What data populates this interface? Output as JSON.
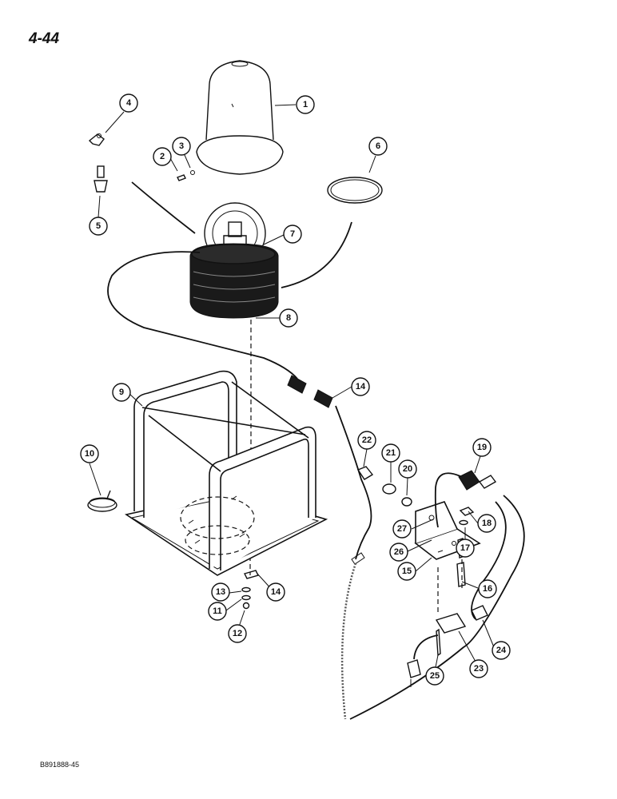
{
  "page_number": "4-44",
  "figure_code": "B891888-45",
  "callouts": [
    "1",
    "2",
    "3",
    "4",
    "5",
    "6",
    "7",
    "8",
    "9",
    "10",
    "11",
    "12",
    "13",
    "14",
    "14",
    "15",
    "16",
    "17",
    "18",
    "19",
    "20",
    "21",
    "22",
    "23",
    "24",
    "25",
    "26",
    "27"
  ]
}
